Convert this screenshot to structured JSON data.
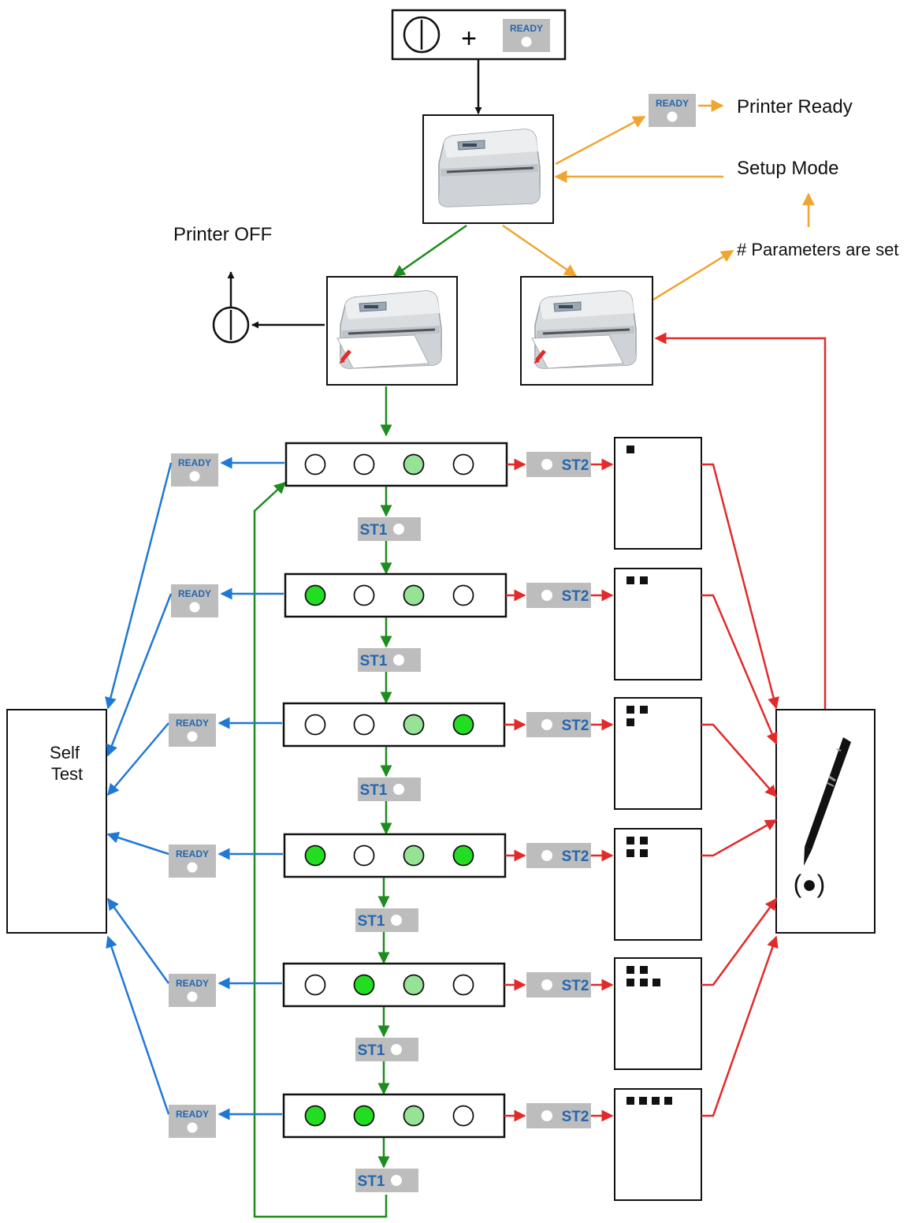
{
  "labels": {
    "printer_ready": "Printer Ready",
    "setup_mode": "Setup Mode",
    "params_set": "# Parameters are set",
    "printer_off": "Printer OFF",
    "self_test_line1": "Self",
    "self_test_line2": "Test",
    "plus": "+",
    "pen_mark": "(●)"
  },
  "buttons": {
    "ready": "READY",
    "st1": "ST1",
    "st2": "ST2"
  },
  "icons": {
    "power": "power-icon",
    "printer": "printer-icon",
    "pen": "pen-icon",
    "print_sheet": "print-sheet-icon",
    "led": "led-icon"
  },
  "colors": {
    "black_flow": "#111111",
    "orange_flow": "#f2a430",
    "green_flow": "#1e8c1e",
    "blue_flow": "#1f78d6",
    "red_flow": "#e22a2a",
    "led_on": "#22dd22",
    "led_dim": "#96e396",
    "led_off": "#ffffff",
    "button_bg": "#bdbdbd",
    "button_text": "#2366b0"
  },
  "stages": [
    {
      "leds": [
        "off",
        "off",
        "dim",
        "off"
      ],
      "marks": 1
    },
    {
      "leds": [
        "on",
        "off",
        "dim",
        "off"
      ],
      "marks": 2
    },
    {
      "leds": [
        "off",
        "off",
        "dim",
        "on"
      ],
      "marks": 3
    },
    {
      "leds": [
        "on",
        "off",
        "dim",
        "on"
      ],
      "marks": 4
    },
    {
      "leds": [
        "off",
        "on",
        "dim",
        "off"
      ],
      "marks": 5
    },
    {
      "leds": [
        "on",
        "on",
        "dim",
        "off"
      ],
      "marks": 4
    }
  ]
}
